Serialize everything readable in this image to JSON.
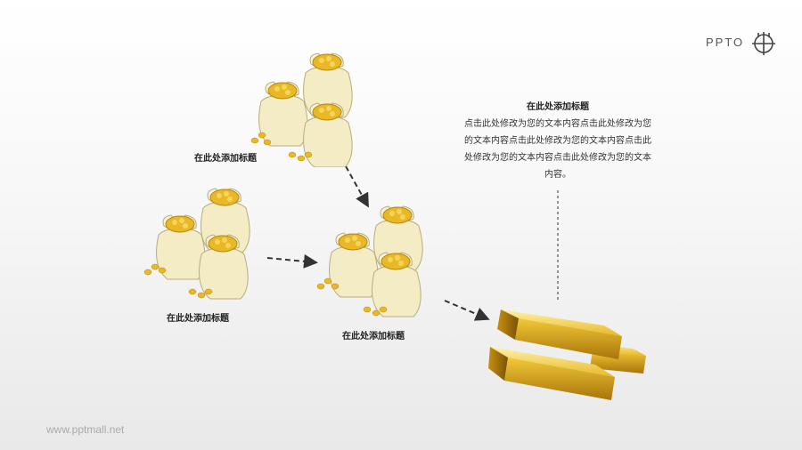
{
  "brand": {
    "logo_text": "PPTO"
  },
  "groups": [
    {
      "label": "在此处添加标题"
    },
    {
      "label": "在此处添加标题"
    },
    {
      "label": "在此处添加标题"
    }
  ],
  "textbox": {
    "title": "在此处添加标题",
    "body": "点击此处修改为您的文本内容点击此处修改为您的文本内容点击此处修改为您的文本内容点击此处修改为您的文本内容点击此处修改为您的文本内容。"
  },
  "footer": {
    "url": "www.pptmall.net"
  },
  "colors": {
    "gold": "#e8b826",
    "sack": "#f3ecc5",
    "arrow": "#333333"
  }
}
